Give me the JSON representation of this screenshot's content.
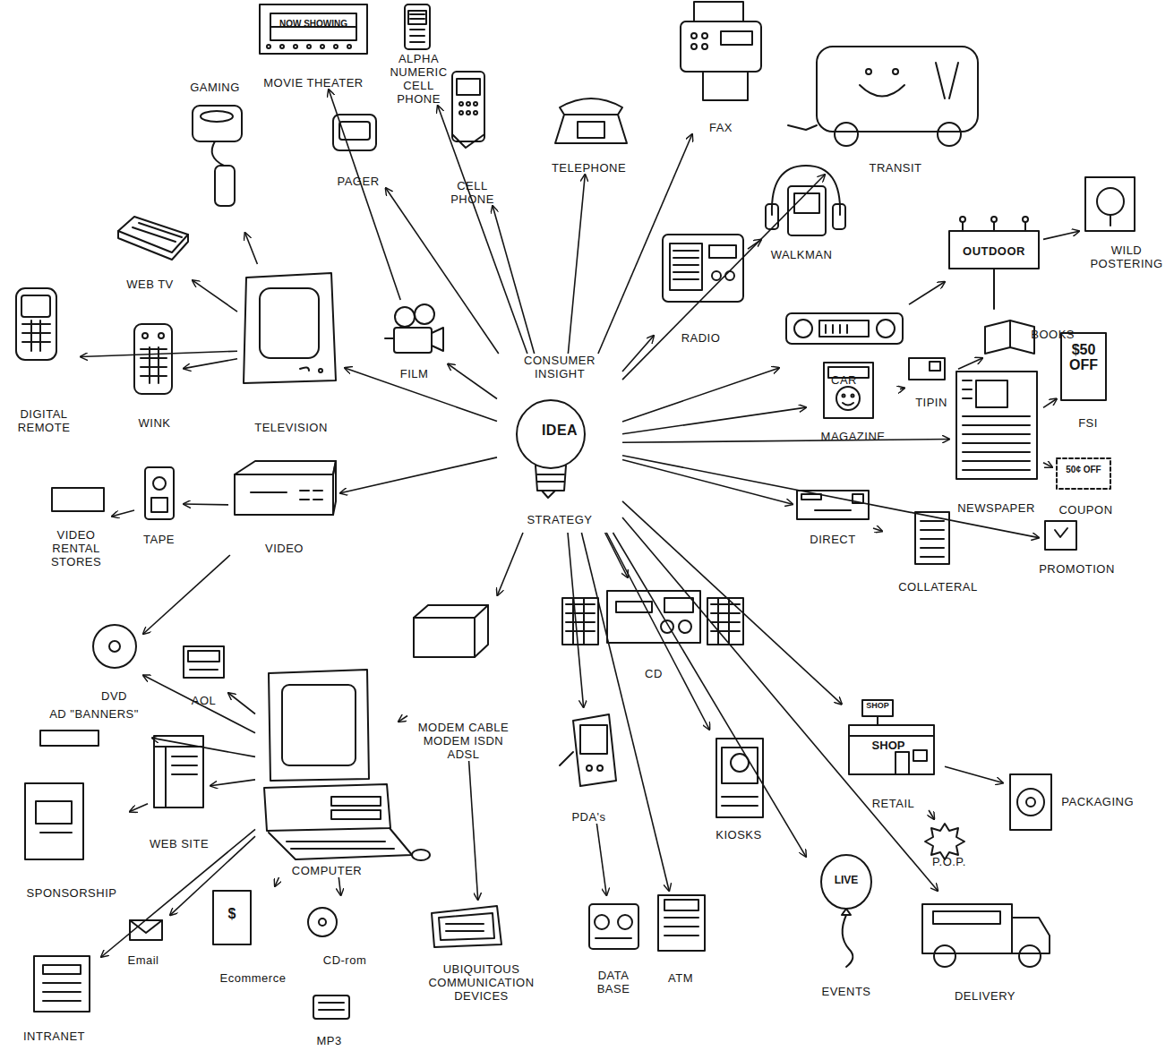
{
  "diagram": {
    "nodes": [
      {
        "text": [
          "CONSUMER INSIGHT",
          "IDEA",
          "STRATEGY"
        ]
      },
      {
        "text": [
          "GAMING"
        ]
      },
      {
        "text": [
          "MOVIE THEATER"
        ]
      },
      {
        "text": [
          "ALPHA NUMERIC CELL PHONE"
        ]
      },
      {
        "text": [
          "PAGER"
        ]
      },
      {
        "text": [
          "CELL PHONE"
        ]
      },
      {
        "text": [
          "TELEPHONE"
        ]
      },
      {
        "text": [
          "FAX"
        ]
      },
      {
        "text": [
          "TRANSIT"
        ]
      },
      {
        "text": [
          "WALKMAN"
        ]
      },
      {
        "text": [
          "RADIO"
        ]
      },
      {
        "text": [
          "OUTDOOR"
        ]
      },
      {
        "text": [
          "WILD POSTERING"
        ]
      },
      {
        "text": [
          "CAR"
        ]
      },
      {
        "text": [
          "BOOKS"
        ]
      },
      {
        "text": [
          "MAGAZINE"
        ]
      },
      {
        "text": [
          "TIPIN"
        ]
      },
      {
        "text": [
          "NEWSPAPER"
        ]
      },
      {
        "text": [
          "FSI"
        ]
      },
      {
        "text": [
          "COUPON"
        ]
      },
      {
        "text": [
          "DIRECT"
        ]
      },
      {
        "text": [
          "COLLATERAL"
        ]
      },
      {
        "text": [
          "PROMOTION"
        ]
      },
      {
        "text": [
          "WEB TV"
        ]
      },
      {
        "text": [
          "DIGITAL REMOTE"
        ]
      },
      {
        "text": [
          "WINK"
        ]
      },
      {
        "text": [
          "TELEVISION"
        ]
      },
      {
        "text": [
          "FILM"
        ]
      },
      {
        "text": [
          "VIDEO RENTAL STORES"
        ]
      },
      {
        "text": [
          "TAPE"
        ]
      },
      {
        "text": [
          "VIDEO"
        ]
      },
      {
        "text": [
          "DVD"
        ]
      },
      {
        "text": [
          "AOL"
        ]
      },
      {
        "text": [
          "AD \"BANNERS\""
        ]
      },
      {
        "text": [
          "WEB SITE"
        ]
      },
      {
        "text": [
          "SPONSORSHIP"
        ]
      },
      {
        "text": [
          "COMPUTER"
        ]
      },
      {
        "text": [
          "INTRANET"
        ]
      },
      {
        "text": [
          "Email"
        ]
      },
      {
        "text": [
          "Ecommerce"
        ]
      },
      {
        "text": [
          "CD-rom"
        ]
      },
      {
        "text": [
          "MP3"
        ]
      },
      {
        "text": [
          "MODEM CABLE MODEM ISDN ADSL"
        ]
      },
      {
        "text": [
          "UBIQUITOUS COMMUNICATION DEVICES"
        ]
      },
      {
        "text": [
          "CD"
        ]
      },
      {
        "text": [
          "PDA's"
        ]
      },
      {
        "text": [
          "DATA BASE"
        ]
      },
      {
        "text": [
          "ATM"
        ]
      },
      {
        "text": [
          "KIOSKS"
        ]
      },
      {
        "text": [
          "EVENTS"
        ]
      },
      {
        "text": [
          "RETAIL"
        ]
      },
      {
        "text": [
          "PACKAGING"
        ]
      },
      {
        "text": [
          "P.O.P."
        ]
      },
      {
        "text": [
          "DELIVERY"
        ]
      }
    ],
    "edges": [
      {
        "from": 0,
        "to": 4,
        "arrow": "to"
      },
      {
        "from": 0,
        "to": 5,
        "arrow": "to"
      },
      {
        "from": 0,
        "to": 3,
        "arrow": "to"
      },
      {
        "from": 0,
        "to": 6,
        "arrow": "to"
      },
      {
        "from": 0,
        "to": 7,
        "arrow": "to"
      },
      {
        "from": 0,
        "to": 8,
        "arrow": "to"
      },
      {
        "from": 0,
        "to": 10,
        "arrow": "to"
      },
      {
        "from": 0,
        "to": 13,
        "arrow": "to"
      },
      {
        "from": 0,
        "to": 15,
        "arrow": "to"
      },
      {
        "from": 0,
        "to": 17,
        "arrow": "to"
      },
      {
        "from": 0,
        "to": 22,
        "arrow": "to"
      },
      {
        "from": 0,
        "to": 20,
        "arrow": "to"
      },
      {
        "from": 0,
        "to": 50,
        "arrow": "to"
      },
      {
        "from": 0,
        "to": 49,
        "arrow": "to"
      },
      {
        "from": 0,
        "to": 53,
        "arrow": "to"
      },
      {
        "from": 0,
        "to": 48,
        "arrow": "to"
      },
      {
        "from": 0,
        "to": 47,
        "arrow": "to"
      },
      {
        "from": 0,
        "to": 45,
        "arrow": "to"
      },
      {
        "from": 0,
        "to": 44,
        "arrow": "to"
      },
      {
        "from": 0,
        "to": 42,
        "arrow": "to"
      },
      {
        "from": 0,
        "to": 30,
        "arrow": "to"
      },
      {
        "from": 0,
        "to": 26,
        "arrow": "to"
      },
      {
        "from": 0,
        "to": 27,
        "arrow": "to"
      },
      {
        "from": 26,
        "to": 1,
        "arrow": "to"
      },
      {
        "from": 27,
        "to": 2,
        "arrow": "to"
      },
      {
        "from": 26,
        "to": 23,
        "arrow": "to"
      },
      {
        "from": 26,
        "to": 25,
        "arrow": "to"
      },
      {
        "from": 26,
        "to": 24,
        "arrow": "to"
      },
      {
        "from": 30,
        "to": 29,
        "arrow": "to"
      },
      {
        "from": 29,
        "to": 28,
        "arrow": "to"
      },
      {
        "from": 30,
        "to": 31,
        "arrow": "to"
      },
      {
        "from": 36,
        "to": 31,
        "arrow": "to"
      },
      {
        "from": 36,
        "to": 32,
        "arrow": "to"
      },
      {
        "from": 36,
        "to": 33,
        "arrow": "to"
      },
      {
        "from": 36,
        "to": 34,
        "arrow": "to"
      },
      {
        "from": 36,
        "to": 37,
        "arrow": "to"
      },
      {
        "from": 36,
        "to": 38,
        "arrow": "to"
      },
      {
        "from": 36,
        "to": 39,
        "arrow": "to"
      },
      {
        "from": 36,
        "to": 40,
        "arrow": "to"
      },
      {
        "from": 34,
        "to": 35,
        "arrow": "to"
      },
      {
        "from": 42,
        "to": 36,
        "arrow": "to"
      },
      {
        "from": 42,
        "to": 43,
        "arrow": "to"
      },
      {
        "from": 45,
        "to": 46,
        "arrow": "to"
      },
      {
        "from": 10,
        "to": 9,
        "arrow": "to"
      },
      {
        "from": 13,
        "to": 11,
        "arrow": "to"
      },
      {
        "from": 11,
        "to": 12,
        "arrow": "to"
      },
      {
        "from": 15,
        "to": 16,
        "arrow": "to"
      },
      {
        "from": 16,
        "to": 14,
        "arrow": "to"
      },
      {
        "from": 17,
        "to": 18,
        "arrow": "to"
      },
      {
        "from": 17,
        "to": 19,
        "arrow": "to"
      },
      {
        "from": 20,
        "to": 21,
        "arrow": "to"
      },
      {
        "from": 50,
        "to": 51,
        "arrow": "to"
      },
      {
        "from": 50,
        "to": 52,
        "arrow": "to"
      }
    ],
    "labels": [
      "NOW SHOWING",
      "$50 OFF",
      "50¢ OFF",
      "LIVE",
      "SHOP",
      "SHOP",
      "$"
    ]
  }
}
